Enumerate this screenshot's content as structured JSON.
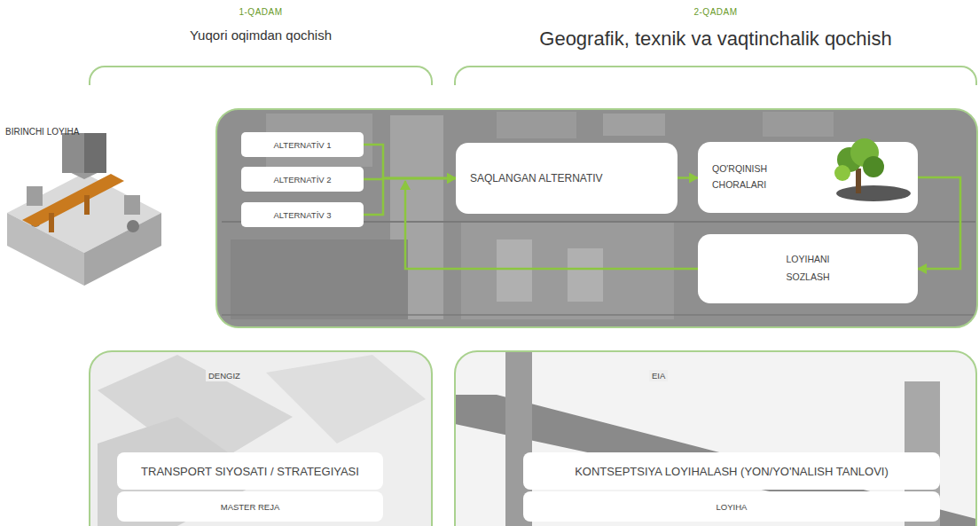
{
  "diagram": {
    "nodes": [
      {
        "text": [
          "1-QADAM",
          "Yuqori oqimdan qochish"
        ]
      },
      {
        "text": [
          "2-QADAM",
          "Geografik, texnik va vaqtinchalik qochish"
        ]
      },
      {
        "text": []
      },
      {
        "text": [
          "ALTERNATİV 1"
        ],
        "in": 2
      },
      {
        "text": [
          "ALTERNATİV 2"
        ],
        "in": 2
      },
      {
        "text": [
          "ALTERNATİV 3"
        ],
        "in": 2
      },
      {
        "text": [
          "SAQLANGAN ALTERNATIV"
        ],
        "in": 2
      },
      {
        "text": [
          "QO'RQINISH CHORALARI"
        ],
        "in": 2
      },
      {
        "text": [
          "LOYIHANI SOZLASH"
        ],
        "in": 2
      },
      {
        "text": [
          "DENGIZ"
        ]
      },
      {
        "text": [
          "TRANSPORT SIYOSATI / STRATEGIYASI"
        ],
        "in": 9
      },
      {
        "text": [
          "MASTER REJA"
        ],
        "in": 9
      },
      {
        "text": [
          "EIA"
        ]
      },
      {
        "text": [
          "KONTSEPTSIYA LOYIHALASH (YON/YO'NALISH TANLOVI)"
        ],
        "in": 12
      },
      {
        "text": [
          "LOYIHA"
        ],
        "in": 12
      }
    ],
    "edges": [
      {
        "from": 3,
        "to": 6,
        "arrow": "to"
      },
      {
        "from": 4,
        "to": 6,
        "arrow": "to"
      },
      {
        "from": 5,
        "to": 6,
        "arrow": "to"
      },
      {
        "from": 6,
        "to": 7,
        "arrow": "to"
      },
      {
        "from": 7,
        "to": 8,
        "arrow": "to"
      },
      {
        "from": 8,
        "to": 6,
        "arrow": "to"
      }
    ],
    "labels": [
      "BIRINCHI LOYIHA"
    ]
  }
}
